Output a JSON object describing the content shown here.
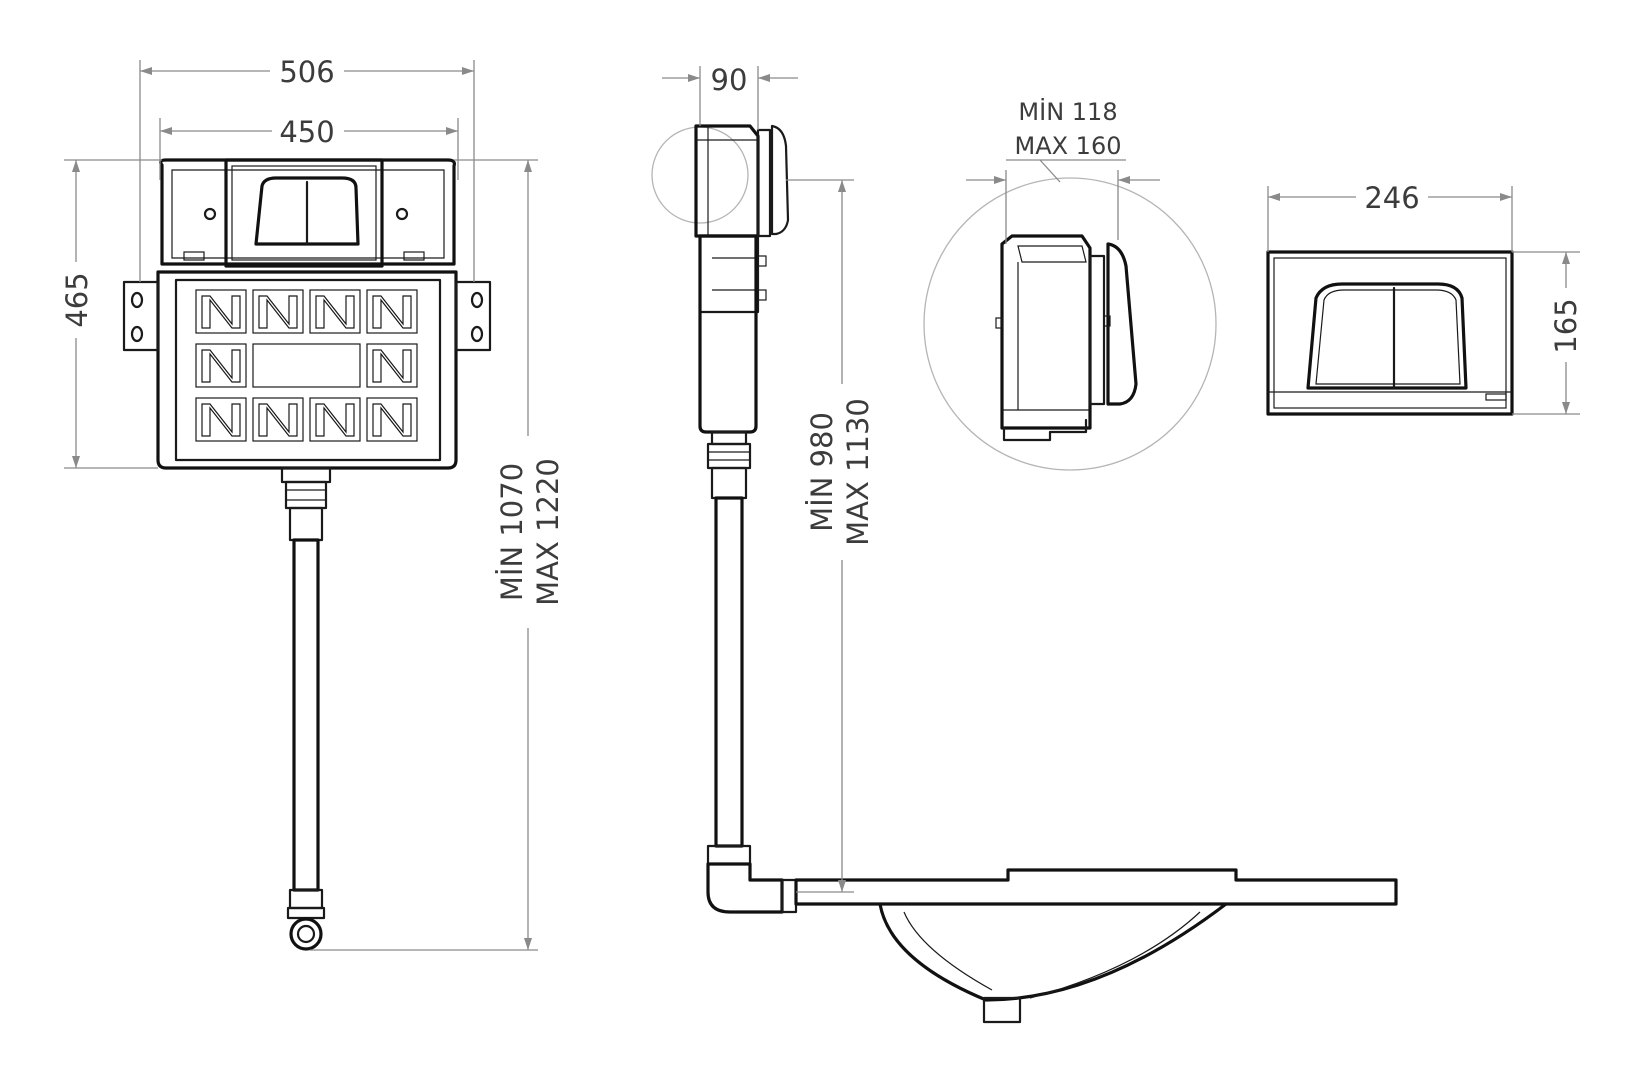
{
  "dimensions": {
    "overall_width": "506",
    "frame_width": "450",
    "cistern_height": "465",
    "install_height_min": "MİN 1070",
    "install_height_max": "MAX 1220",
    "depth": "90",
    "floor_height_min": "MİN 980",
    "floor_height_max": "MAX 1130",
    "wall_thickness_min": "MİN 118",
    "wall_thickness_max": "MAX 160",
    "plate_width": "246",
    "plate_height": "165"
  }
}
